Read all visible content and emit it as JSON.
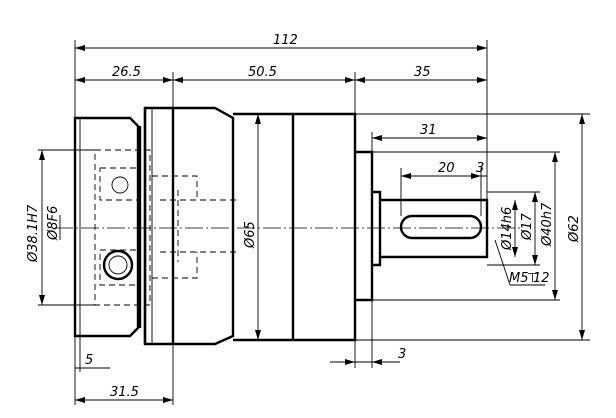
{
  "dimensions": {
    "overall_length": "112",
    "flange_length": "26.5",
    "body_length": "50.5",
    "shaft_length": "35",
    "shaft_inner_length": "31",
    "key_length": "20",
    "key_offset": "3",
    "pilot_diameter": "Ø38.1H7",
    "bore_diameter": "Ø8F6",
    "body_diameter": "Ø65",
    "shaft_diameter": "Ø14h6",
    "step_diameter": "Ø17",
    "spigot_diameter": "Ø40h7",
    "outer_diameter": "Ø62",
    "thread": "M5",
    "thread_depth": "12",
    "bottom_small": "5",
    "bottom_flange": "31.5",
    "bottom_offset": "3"
  }
}
